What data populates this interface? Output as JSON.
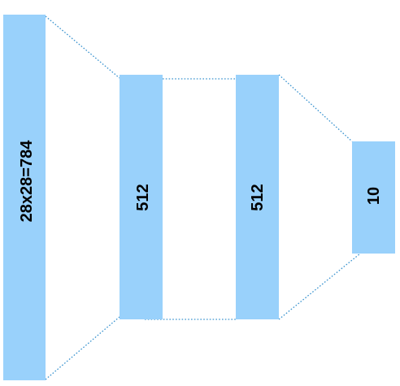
{
  "diagram": {
    "layers": [
      {
        "label": "28x28=784"
      },
      {
        "label": "512"
      },
      {
        "label": "512"
      },
      {
        "label": "10"
      }
    ]
  },
  "colors": {
    "layer_fill": "#99d1fb",
    "connector": "#3a93cf",
    "label": "#000000"
  }
}
